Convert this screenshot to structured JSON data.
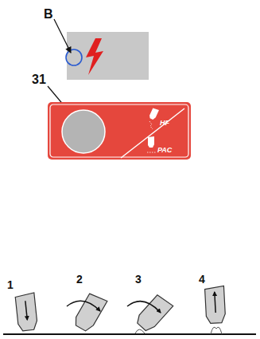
{
  "diagram": {
    "nodes": [
      {
        "text": [
          "HF",
          "PAC"
        ]
      }
    ],
    "labels": [
      "B",
      "31",
      "1",
      "2",
      "3",
      "4"
    ]
  }
}
